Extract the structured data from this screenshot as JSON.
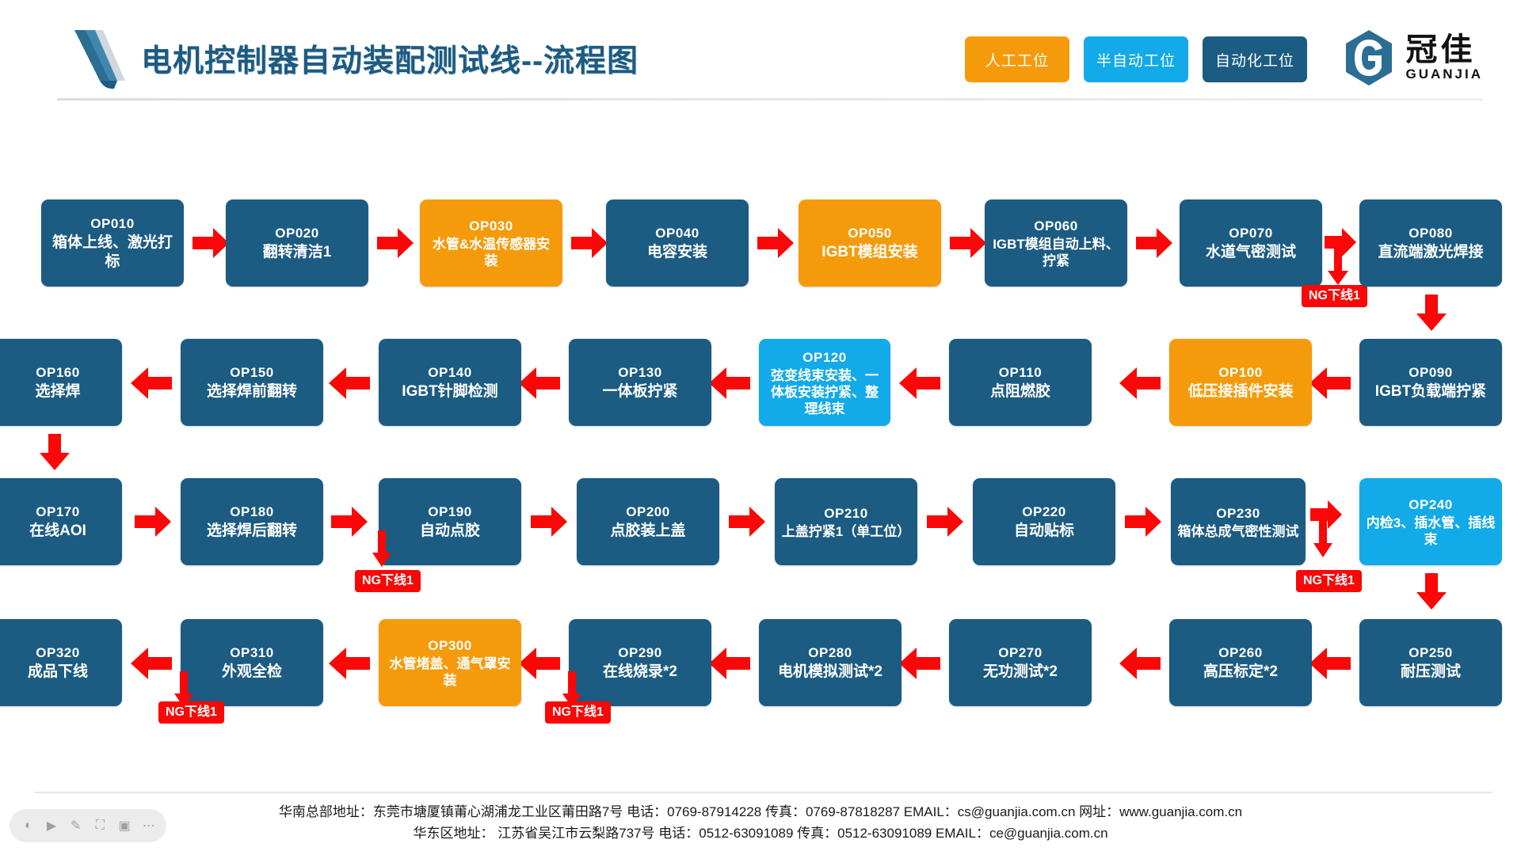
{
  "header": {
    "title": "电机控制器自动装配测试线--流程图",
    "logo_icon": "book-pages-icon",
    "legend": [
      {
        "label": "人工工位",
        "color": "#f59b0b",
        "name": "legend-manual"
      },
      {
        "label": "半自动工位",
        "color": "#12aae8",
        "name": "legend-semi-auto"
      },
      {
        "label": "自动化工位",
        "color": "#1c5b82",
        "name": "legend-auto"
      }
    ],
    "brand": {
      "icon": "hexagon-g-logo-icon",
      "cn": "冠佳",
      "en": "GUANJIA",
      "color": "#1c5b82"
    }
  },
  "nodes": {
    "op010": {
      "op": "OP010",
      "desc": "箱体上线、激光打标"
    },
    "op020": {
      "op": "OP020",
      "desc": "翻转清洁1"
    },
    "op030": {
      "op": "OP030",
      "desc": "水管&水温传感器安装"
    },
    "op040": {
      "op": "OP040",
      "desc": "电容安装"
    },
    "op050": {
      "op": "OP050",
      "desc": "IGBT模组安装"
    },
    "op060": {
      "op": "OP060",
      "desc": "IGBT模组自动上料、拧紧"
    },
    "op070": {
      "op": "OP070",
      "desc": "水道气密测试"
    },
    "op080": {
      "op": "OP080",
      "desc": "直流端激光焊接"
    },
    "op090": {
      "op": "OP090",
      "desc": "IGBT负载端拧紧"
    },
    "op100": {
      "op": "OP100",
      "desc": "低压接插件安装"
    },
    "op110": {
      "op": "OP110",
      "desc": "点阻燃胶"
    },
    "op120": {
      "op": "OP120",
      "desc": "弦变线束安装、一体板安装拧紧、整理线束"
    },
    "op130": {
      "op": "OP130",
      "desc": "一体板拧紧"
    },
    "op140": {
      "op": "OP140",
      "desc": "IGBT针脚检测"
    },
    "op150": {
      "op": "OP150",
      "desc": "选择焊前翻转"
    },
    "op160": {
      "op": "OP160",
      "desc": "选择焊"
    },
    "op170": {
      "op": "OP170",
      "desc": "在线AOI"
    },
    "op180": {
      "op": "OP180",
      "desc": "选择焊后翻转"
    },
    "op190": {
      "op": "OP190",
      "desc": "自动点胶"
    },
    "op200": {
      "op": "OP200",
      "desc": "点胶装上盖"
    },
    "op210": {
      "op": "OP210",
      "desc": "上盖拧紧1（单工位）"
    },
    "op220": {
      "op": "OP220",
      "desc": "自动贴标"
    },
    "op230": {
      "op": "OP230",
      "desc": "箱体总成气密性测试"
    },
    "op240": {
      "op": "OP240",
      "desc": "内检3、插水管、插线束"
    },
    "op250": {
      "op": "OP250",
      "desc": "耐压测试"
    },
    "op260": {
      "op": "OP260",
      "desc": "高压标定*2"
    },
    "op270": {
      "op": "OP270",
      "desc": "无功测试*2"
    },
    "op280": {
      "op": "OP280",
      "desc": "电机模拟测试*2"
    },
    "op290": {
      "op": "OP290",
      "desc": "在线烧录*2"
    },
    "op300": {
      "op": "OP300",
      "desc": "水管堵盖、通气罩安装"
    },
    "op310": {
      "op": "OP310",
      "desc": "外观全检"
    },
    "op320": {
      "op": "OP320",
      "desc": "成品下线"
    }
  },
  "ng_labels": {
    "ng1": "NG下线1",
    "ng2": "NG下线1",
    "ng3": "NG下线1",
    "ng4": "NG下线1",
    "ng5": "NG下线1"
  },
  "footer": {
    "line1": "华南总部地址：东莞市塘厦镇莆心湖浦龙工业区莆田路7号 电话：0769-87914228  传真：0769-87818287 EMAIL：cs@guanjia.com.cn 网址：www.guanjia.com.cn",
    "line2": "华东区地址： 江苏省吴江市云梨路737号 电话：0512-63091089 传真：0512-63091089 EMAIL：ce@guanjia.com.cn"
  },
  "toolbar": {
    "buttons": [
      {
        "icon": "prev-icon",
        "glyph": "◖"
      },
      {
        "icon": "play-icon",
        "glyph": "▶"
      },
      {
        "icon": "pen-icon",
        "glyph": "✎"
      },
      {
        "icon": "crop-icon",
        "glyph": "⛶"
      },
      {
        "icon": "screen-icon",
        "glyph": "▣"
      },
      {
        "icon": "more-icon",
        "glyph": "⋯"
      }
    ]
  },
  "colors": {
    "auto": "#1c5b82",
    "manual": "#f59b0b",
    "semi": "#12aae8",
    "arrow": "#fb0707",
    "ng": "#fb0707"
  }
}
